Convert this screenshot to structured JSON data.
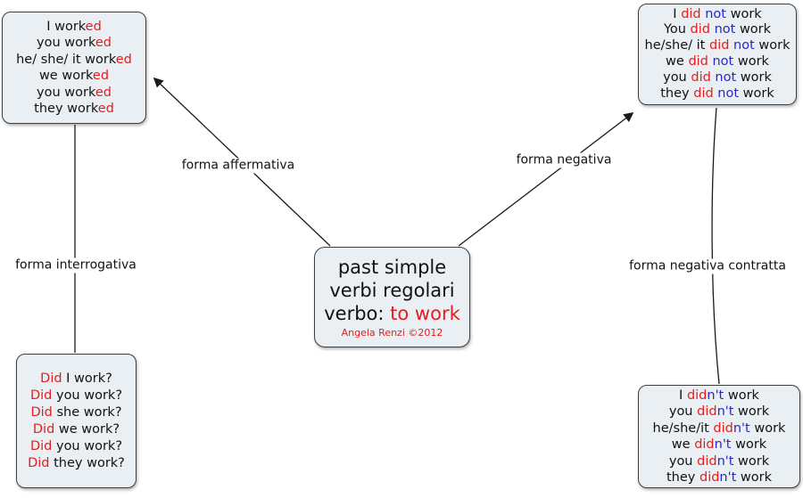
{
  "colors": {
    "red": "#e41e1e",
    "blue": "#2828c8",
    "text": "#121212",
    "box_bg": "#e9eff2",
    "box_border": "#3f3f3f",
    "line": "#1a1a1a"
  },
  "center": {
    "title_lines": [
      [
        {
          "t": "past simple"
        }
      ],
      [
        {
          "t": "verbi regolari"
        }
      ],
      [
        {
          "t": "verbo: "
        },
        {
          "t": "to work",
          "c": "red"
        }
      ]
    ],
    "author": "Angela Renzi  ©2012"
  },
  "boxes": {
    "affirmative": {
      "lines": [
        [
          {
            "t": "I work"
          },
          {
            "t": "ed",
            "c": "red"
          }
        ],
        [
          {
            "t": "you work"
          },
          {
            "t": "ed",
            "c": "red"
          }
        ],
        [
          {
            "t": "he/ she/ it work"
          },
          {
            "t": "ed",
            "c": "red"
          }
        ],
        [
          {
            "t": "we work"
          },
          {
            "t": "ed",
            "c": "red"
          }
        ],
        [
          {
            "t": "you work"
          },
          {
            "t": "ed",
            "c": "red"
          }
        ],
        [
          {
            "t": "they work"
          },
          {
            "t": "ed",
            "c": "red"
          }
        ]
      ]
    },
    "negative": {
      "lines": [
        [
          {
            "t": "I "
          },
          {
            "t": "did",
            "c": "red"
          },
          {
            "t": " "
          },
          {
            "t": "not",
            "c": "blue"
          },
          {
            "t": " work"
          }
        ],
        [
          {
            "t": "You "
          },
          {
            "t": "did",
            "c": "red"
          },
          {
            "t": " "
          },
          {
            "t": "not",
            "c": "blue"
          },
          {
            "t": " work"
          }
        ],
        [
          {
            "t": "he/she/ it "
          },
          {
            "t": "did",
            "c": "red"
          },
          {
            "t": " "
          },
          {
            "t": "not",
            "c": "blue"
          },
          {
            "t": " work"
          }
        ],
        [
          {
            "t": "we "
          },
          {
            "t": "did",
            "c": "red"
          },
          {
            "t": " "
          },
          {
            "t": "not",
            "c": "blue"
          },
          {
            "t": " work"
          }
        ],
        [
          {
            "t": "you "
          },
          {
            "t": "did",
            "c": "red"
          },
          {
            "t": " "
          },
          {
            "t": "not",
            "c": "blue"
          },
          {
            "t": " work"
          }
        ],
        [
          {
            "t": "they "
          },
          {
            "t": "did",
            "c": "red"
          },
          {
            "t": " "
          },
          {
            "t": "not",
            "c": "blue"
          },
          {
            "t": " work"
          }
        ]
      ]
    },
    "interrogative": {
      "lines": [
        [
          {
            "t": "Did",
            "c": "red"
          },
          {
            "t": " I work?"
          }
        ],
        [
          {
            "t": "Did",
            "c": "red"
          },
          {
            "t": " you work?"
          }
        ],
        [
          {
            "t": "Did",
            "c": "red"
          },
          {
            "t": " she work?"
          }
        ],
        [
          {
            "t": "Did",
            "c": "red"
          },
          {
            "t": " we work?"
          }
        ],
        [
          {
            "t": "Did",
            "c": "red"
          },
          {
            "t": " you work?"
          }
        ],
        [
          {
            "t": "Did",
            "c": "red"
          },
          {
            "t": " they work?"
          }
        ]
      ]
    },
    "negative_contracted": {
      "lines": [
        [
          {
            "t": "I "
          },
          {
            "t": "did",
            "c": "red"
          },
          {
            "t": "n't",
            "c": "blue"
          },
          {
            "t": " work"
          }
        ],
        [
          {
            "t": "you "
          },
          {
            "t": "did",
            "c": "red"
          },
          {
            "t": "n't",
            "c": "blue"
          },
          {
            "t": " work"
          }
        ],
        [
          {
            "t": "he/she/it "
          },
          {
            "t": "did",
            "c": "red"
          },
          {
            "t": "n't",
            "c": "blue"
          },
          {
            "t": " work"
          }
        ],
        [
          {
            "t": "we "
          },
          {
            "t": "did",
            "c": "red"
          },
          {
            "t": "n't",
            "c": "blue"
          },
          {
            "t": " work"
          }
        ],
        [
          {
            "t": "you "
          },
          {
            "t": "did",
            "c": "red"
          },
          {
            "t": "n't",
            "c": "blue"
          },
          {
            "t": " work"
          }
        ],
        [
          {
            "t": "they "
          },
          {
            "t": "did",
            "c": "red"
          },
          {
            "t": "n't",
            "c": "blue"
          },
          {
            "t": " work"
          }
        ]
      ]
    }
  },
  "edge_labels": {
    "affirmative": "forma affermativa",
    "negative": "forma negativa",
    "interrogative": "forma interrogativa",
    "negative_contracted": "forma negativa contratta"
  }
}
